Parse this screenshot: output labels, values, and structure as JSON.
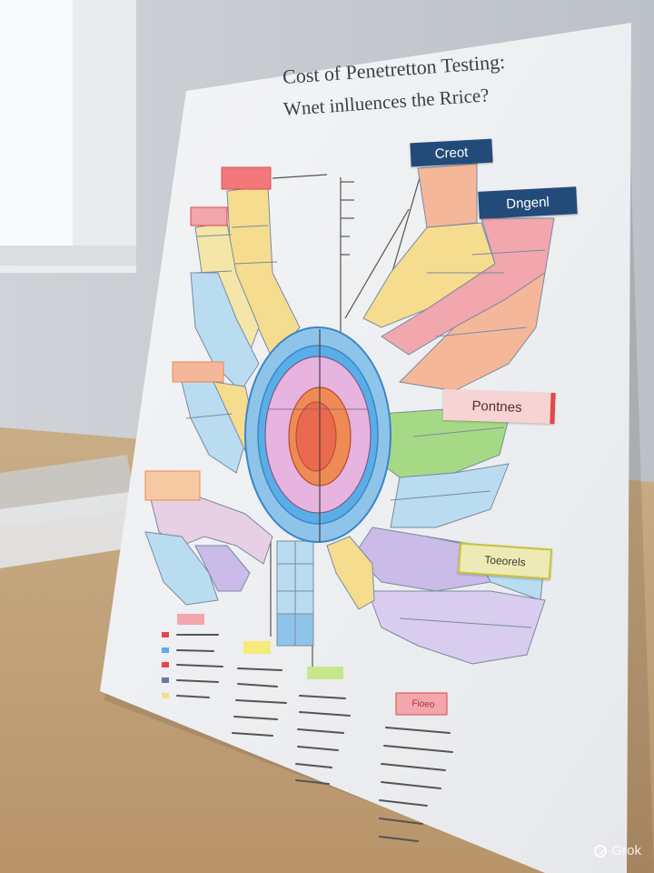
{
  "poster": {
    "title_line_1": "Cost of Penetretton Testing:",
    "title_line_2": "Wnet inlluences the Rrice?"
  },
  "tags": {
    "top_right": "Creot",
    "right_upper": "Dngenl",
    "right_middle": "Pontnes",
    "right_lower": "Toeorels",
    "bottom_right": "Fioeo"
  },
  "watermark": {
    "label": "Grok"
  },
  "colors": {
    "ring_outer": "#8fc4ea",
    "ring_blue": "#5aaee8",
    "ring_pink": "#e7b3df",
    "core_red": "#ea6a4e",
    "core_orange": "#f08a55",
    "band_yellow": "#f6dc8f",
    "band_peach": "#f5b79a",
    "band_pink": "#f2a6ad",
    "band_green": "#a6d985",
    "band_lavender": "#cbbbe8",
    "band_lightblue": "#b9dcf1",
    "tag_navy": "#234b7a",
    "tag_red": "#e4474a",
    "tag_olive": "#c6c23e"
  }
}
